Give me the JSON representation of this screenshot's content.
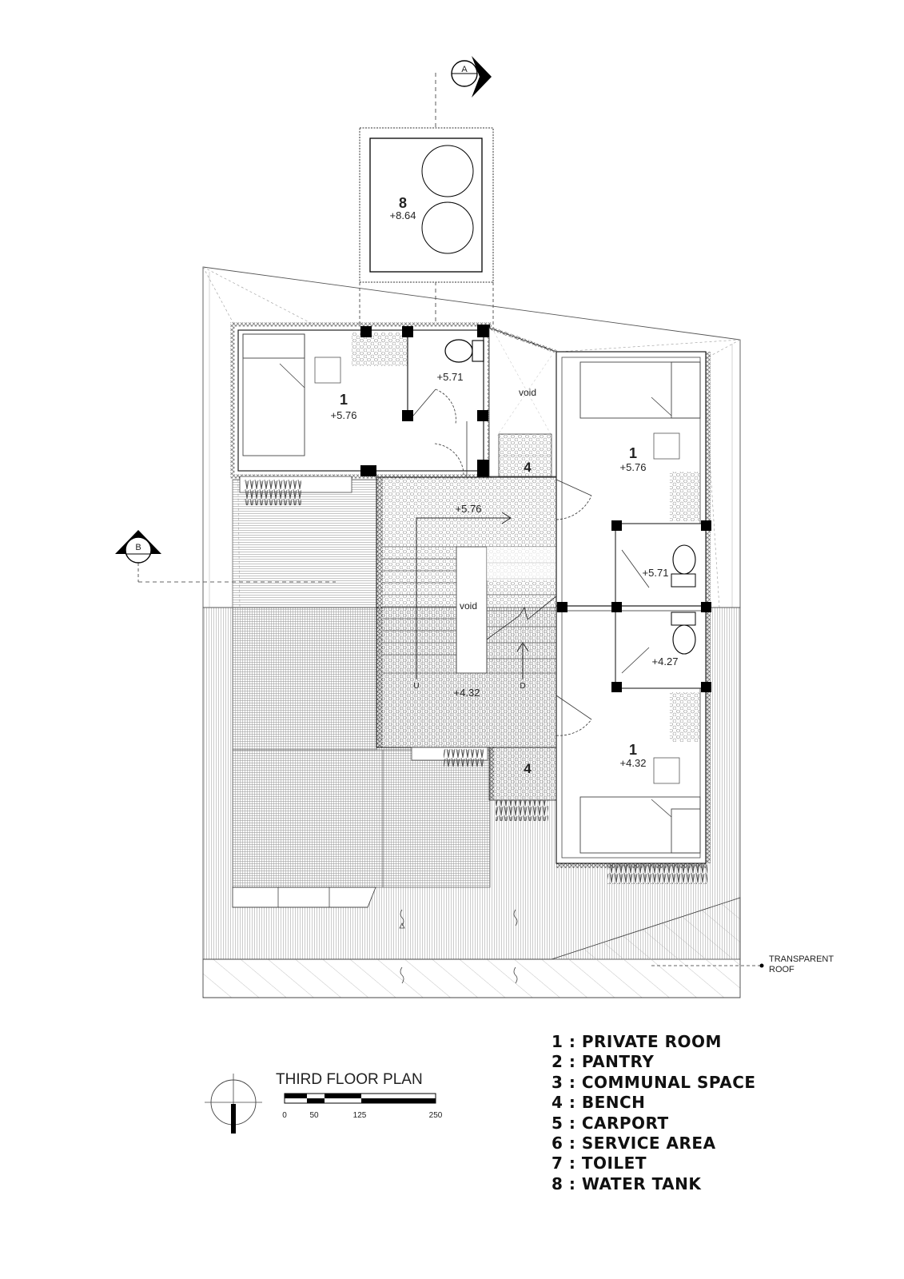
{
  "plan": {
    "title": "THIRD FLOOR PLAN",
    "section_markers": {
      "a": "A",
      "b": "B"
    },
    "rooms": [
      {
        "number": "8",
        "elevation": "+8.64"
      },
      {
        "number": "1",
        "elevation": "+5.76"
      },
      {
        "number": "1",
        "elevation": "+5.76"
      },
      {
        "number": "1",
        "elevation": "+4.32"
      },
      {
        "number": "4",
        "elevation": ""
      },
      {
        "number": "4",
        "elevation": ""
      }
    ],
    "elevations": {
      "toilet_top": "+5.71",
      "toilet_right": "+5.71",
      "toilet_right_lower": "+4.27",
      "stair_top": "+5.76",
      "stair_bottom": "+4.32"
    },
    "void_labels": [
      "void",
      "void"
    ],
    "stair_marks": {
      "up": "U",
      "down": "D"
    },
    "callout": {
      "line1": "TRANSPARENT",
      "line2": "ROOF"
    },
    "scale_bar": {
      "ticks": [
        "0",
        "50",
        "125",
        "250"
      ]
    }
  },
  "legend": [
    "1 : PRIVATE ROOM",
    "2 : PANTRY",
    "3 : COMMUNAL SPACE",
    "4 : BENCH",
    "5 : CARPORT",
    "6 : SERVICE AREA",
    "7 : TOILET",
    "8 : WATER TANK"
  ]
}
